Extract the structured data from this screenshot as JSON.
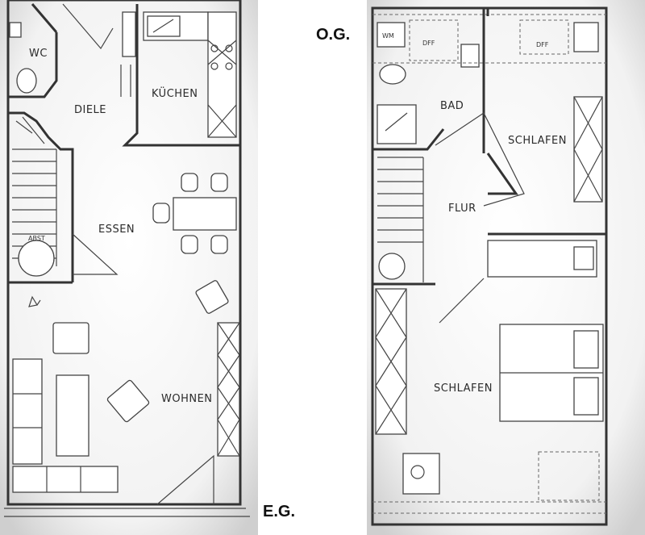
{
  "floors": {
    "ground": {
      "label": "E.G.",
      "rooms": {
        "wc": "WC",
        "diele": "DIELE",
        "kuechen": "KÜCHEN",
        "essen": "ESSEN",
        "wohnen": "WOHNEN",
        "abst": "ABST"
      }
    },
    "upper": {
      "label": "O.G.",
      "rooms": {
        "bad": "BAD",
        "schlafen_1": "SCHLAFEN",
        "flur": "FLUR",
        "schlafen_2": "SCHLAFEN"
      },
      "fixtures": {
        "wm": "WM",
        "dff_1": "DFF",
        "dff_2": "DFF"
      }
    }
  },
  "colors": {
    "wall": "#333333",
    "background": "#ffffff"
  }
}
